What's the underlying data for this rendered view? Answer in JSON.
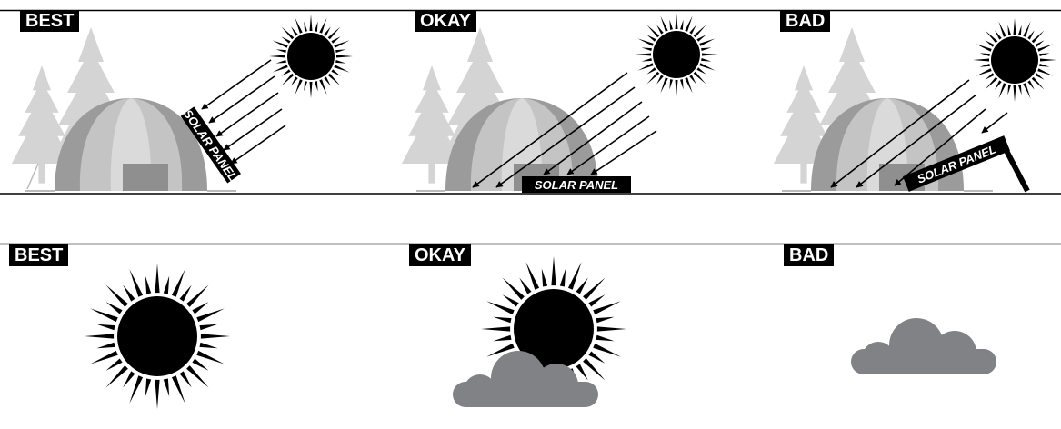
{
  "colors": {
    "ink": "#000000",
    "tree": "#d4d4d4",
    "tent_outer": "#9b9b9b",
    "tent_mid": "#c4c4c4",
    "tent_inner": "#dadada",
    "tent_door": "#8f8f8f",
    "cloud": "#808285"
  },
  "icons": {
    "sun": "sun-icon",
    "cloud": "cloud-icon",
    "tent": "dome-tent-icon",
    "tree": "pine-tree-icon",
    "panel": "solar-panel-icon"
  },
  "top_row": [
    {
      "rating": "BEST",
      "panel_label": "SOLAR PANEL"
    },
    {
      "rating": "OKAY",
      "panel_label": "SOLAR PANEL"
    },
    {
      "rating": "BAD",
      "panel_label": "SOLAR PANEL"
    }
  ],
  "bottom_row": [
    {
      "rating": "BEST",
      "condition": "sun"
    },
    {
      "rating": "OKAY",
      "condition": "sun-cloud"
    },
    {
      "rating": "BAD",
      "condition": "cloud"
    }
  ]
}
